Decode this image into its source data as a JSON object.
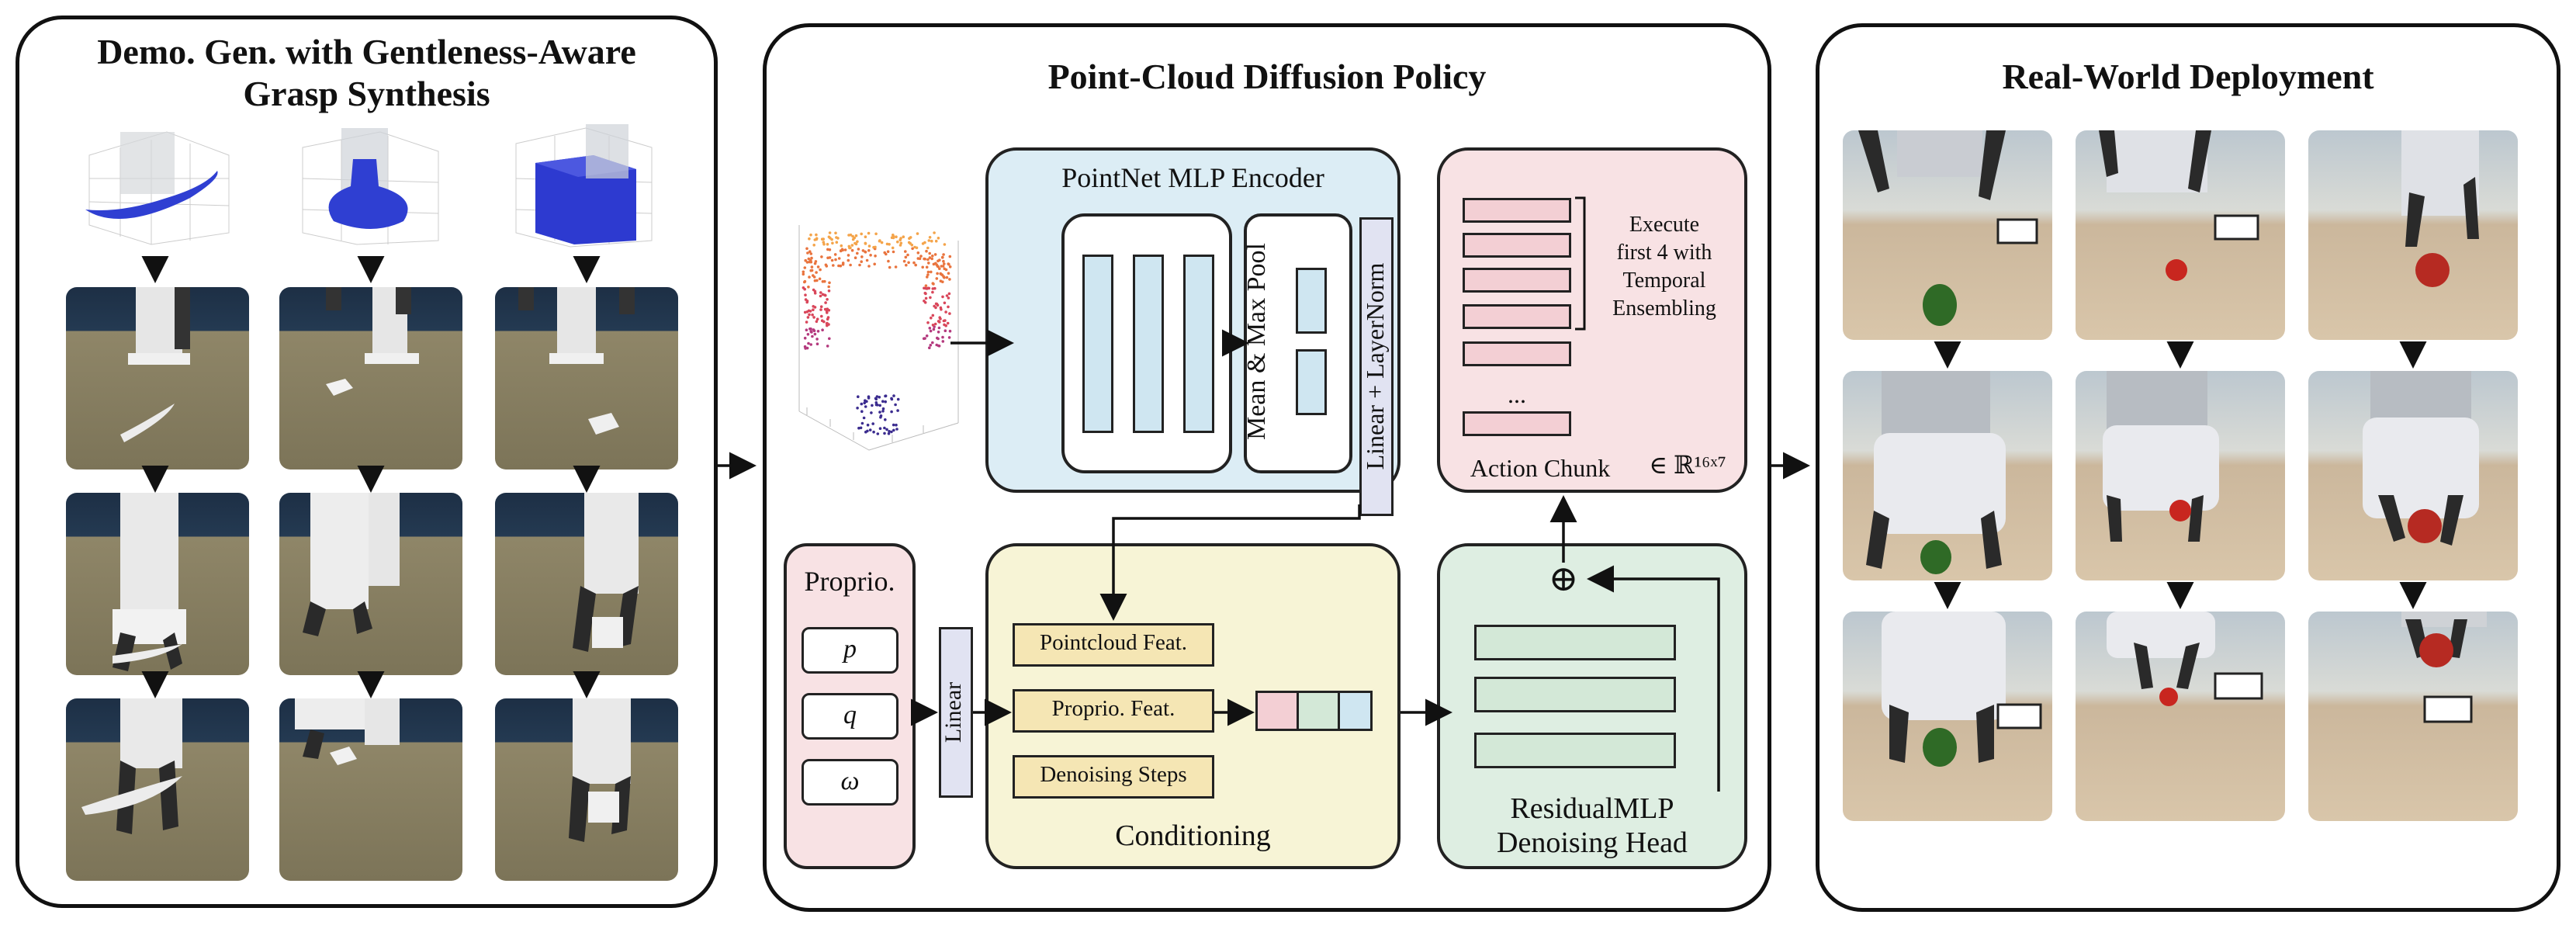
{
  "panels": {
    "left_title": "Demo. Gen. with Gentleness-Aware Grasp Synthesis",
    "middle_title": "Point-Cloud Diffusion Policy",
    "right_title": "Real-World Deployment"
  },
  "encoder": {
    "title": "PointNet MLP Encoder",
    "pool_label": "Mean & Max Pool",
    "linear_ln_label": "Linear + LayerNorm"
  },
  "action_chunk": {
    "execute_note_line1": "Execute",
    "execute_note_line2": "first 4 with",
    "execute_note_line3": "Temporal",
    "execute_note_line4": "Ensembling",
    "ellipsis": "...",
    "label": "Action Chunk",
    "dim": "∈ ℝ¹⁶ˣ⁷"
  },
  "proprio": {
    "title": "Proprio.",
    "items": [
      "p",
      "q",
      "ω"
    ],
    "linear_label": "Linear"
  },
  "conditioning": {
    "items": [
      "Pointcloud Feat.",
      "Proprio. Feat.",
      "Denoising Steps"
    ],
    "label": "Conditioning"
  },
  "head": {
    "plus": "⊕",
    "label_line1": "ResidualMLP",
    "label_line2": "Denoising Head"
  },
  "colors": {
    "encoder_bg": "#dcedf5",
    "action_bg": "#f8e2e4",
    "proprio_bg": "#f8e2e4",
    "conditioning_bg": "#f7f4d6",
    "head_bg": "#deeee2",
    "bar_blue": "#cfe6f1",
    "bar_pink": "#f3cfd4",
    "feat_yellow": "#f5e6b4",
    "bar_green": "#d3e8d7",
    "linear_lavender": "#e1e3f2"
  }
}
